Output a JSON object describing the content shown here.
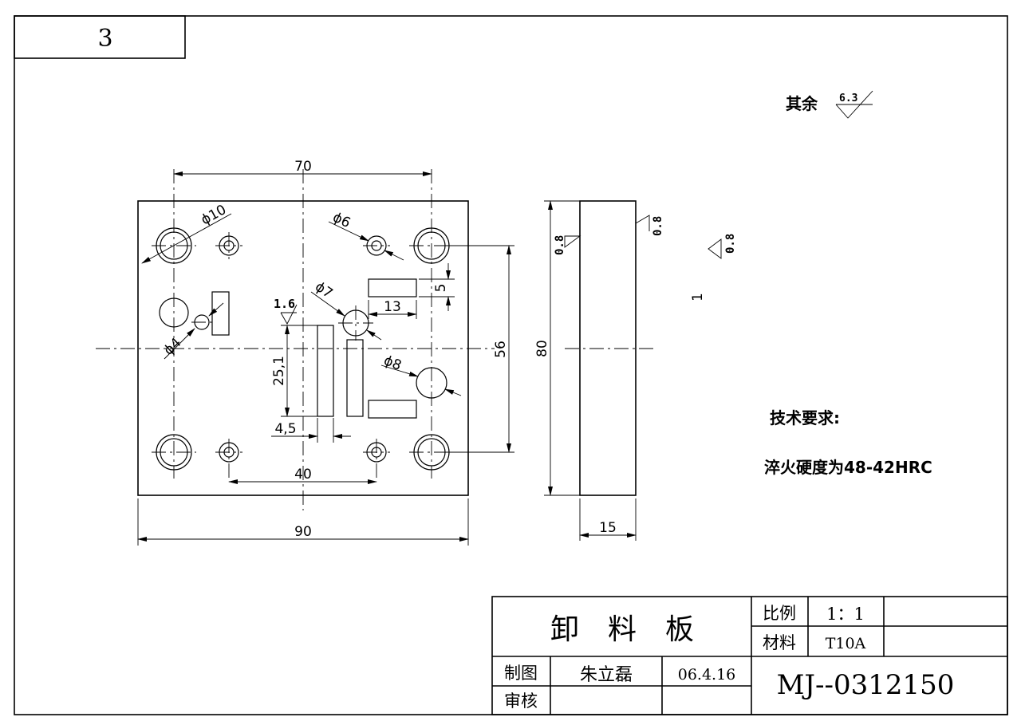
{
  "sheet": {
    "number": "3"
  },
  "surface_note": {
    "label": "其余",
    "value": "6.3"
  },
  "dimensions": {
    "width_70": "70",
    "width_90": "90",
    "width_40": "40",
    "height_56": "56",
    "height_80": "80",
    "thickness_15": "15",
    "slot_13": "13",
    "slot_5": "5",
    "dim_25_1": "25,1",
    "dim_4_5": "4,5",
    "dia_10": "ϕ10",
    "dia_6": "ϕ6",
    "dia_7": "ϕ7",
    "dia_8": "ϕ8",
    "dia_4": "ϕ4",
    "rough_1_6": "1.6",
    "rough_0_8": "0.8",
    "side_mark": "1"
  },
  "tech": {
    "heading": "技术要求:",
    "hardness": "淬火硬度为48-42HRC"
  },
  "title_block": {
    "part_name": "卸　料　板",
    "scale_label": "比例",
    "scale_value": "1：1",
    "material_label": "材料",
    "material_value": "T10A",
    "drawn_label": "制图",
    "drawn_name": "朱立磊",
    "drawn_date": "06.4.16",
    "check_label": "审核",
    "drawing_no": "MJ--0312150"
  }
}
